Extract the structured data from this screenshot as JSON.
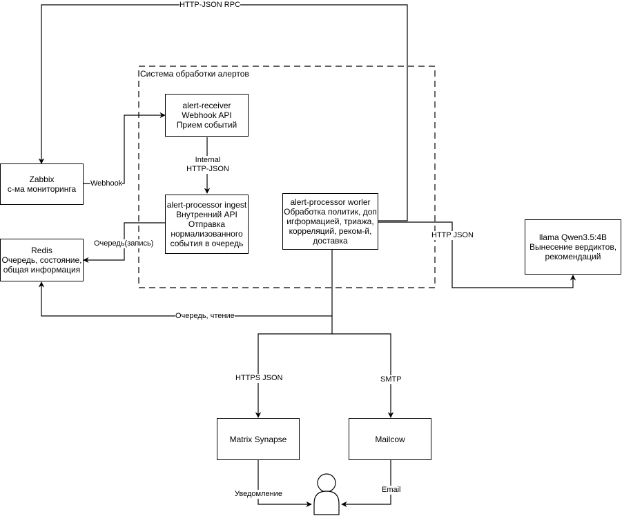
{
  "group": {
    "label": "Система обработки алертов"
  },
  "nodes": {
    "alert_receiver": "alert-receiver\nWebhook API\nПрием событий",
    "zabbix": "Zabbix\nс-ма мониторинга",
    "ingest": "alert-processor ingest\nВнутренний API\nОтправка\nнормализованного\nсобытия в очередь",
    "worker": "alert-processor worler\nОбработка политик, доп\nигформацией, триажа,\nкорреляций, реком-й,\nдоставка",
    "redis": "Redis\nОчередь, состояние,\nобщая информация",
    "llama": "llama Qwen3.5:4B\nВынесение вердиктов,\nрекомендаций",
    "matrix": "Matrix Synapse",
    "mailcow": "Mailcow",
    "user": "user"
  },
  "edges": {
    "rpc": "HTTP-JSON RPC",
    "webhook": "Webhook",
    "internal": "Internal\nHTTP-JSON",
    "queue_write": "Очередь(запись)",
    "http_json": "HTTP JSON",
    "queue_read": "Очередь, чтение",
    "https_json": "HTTPS JSON",
    "smtp": "SMTP",
    "notify": "Уведомление",
    "email": "Email"
  },
  "colors": {
    "line": "#000000",
    "background": "#ffffff"
  }
}
